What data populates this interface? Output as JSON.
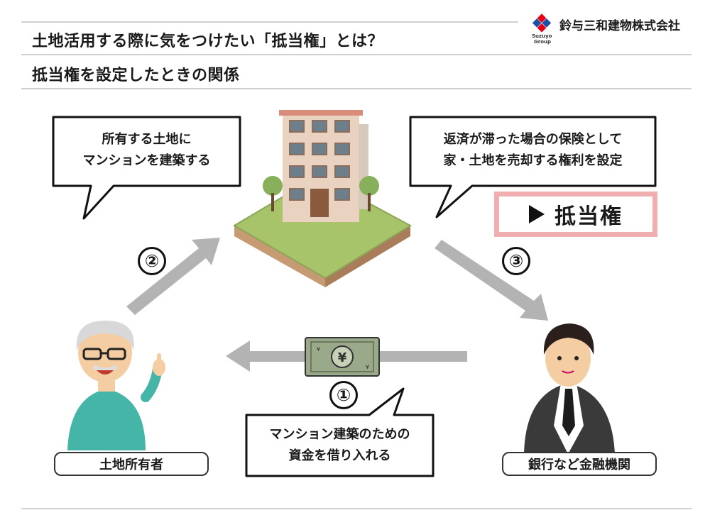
{
  "header": {
    "title": "土地活用する際に気をつけたい「抵当権」とは？",
    "subtitle": "抵当権を設定したときの関係",
    "company": "鈴与三和建物株式会社",
    "logo_text_1": "Suzuyo",
    "logo_text_2": "Group"
  },
  "bubbles": {
    "left": [
      "所有する土地に",
      "マンションを建築する"
    ],
    "right": [
      "返済が滞った場合の保険として",
      "家・土地を売却する権利を設定"
    ],
    "bottom": [
      "マンション建築のための",
      "資金を借り入れる"
    ]
  },
  "highlight": {
    "label": "抵当権"
  },
  "steps": {
    "one": "①",
    "two": "②",
    "three": "③"
  },
  "roles": {
    "owner": "土地所有者",
    "bank": "銀行など金融機関"
  },
  "colors": {
    "arrow": "#b3b3b3",
    "highlight_border": "#f1aeb1",
    "logo_red": "#e60012",
    "logo_blue": "#1d50a2"
  }
}
